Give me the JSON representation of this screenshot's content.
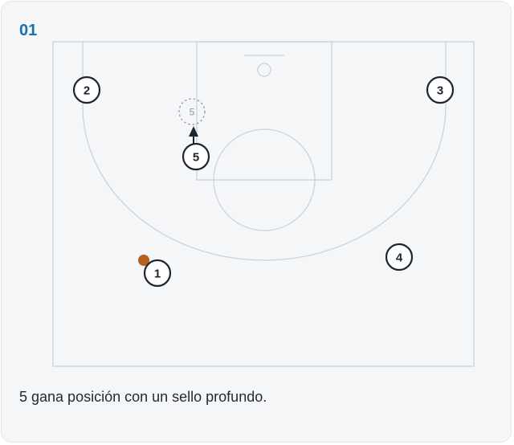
{
  "step": {
    "number": "01"
  },
  "caption": "5 gana posición con un sello profundo.",
  "colors": {
    "court_line": "#c9d3dc",
    "player_stroke": "#1d2630",
    "ball": "#b5601e",
    "step_number": "#1f6fa8",
    "arrow": "#1d2630"
  },
  "players": [
    {
      "id": "p2",
      "label": "2"
    },
    {
      "id": "p3",
      "label": "3"
    },
    {
      "id": "p5",
      "label": "5"
    },
    {
      "id": "p1",
      "label": "1"
    },
    {
      "id": "p4",
      "label": "4"
    }
  ],
  "ghost_player": {
    "label": "5"
  },
  "ball": {
    "holder": "1"
  },
  "movement": {
    "player": "5",
    "type": "cut-arrow"
  }
}
